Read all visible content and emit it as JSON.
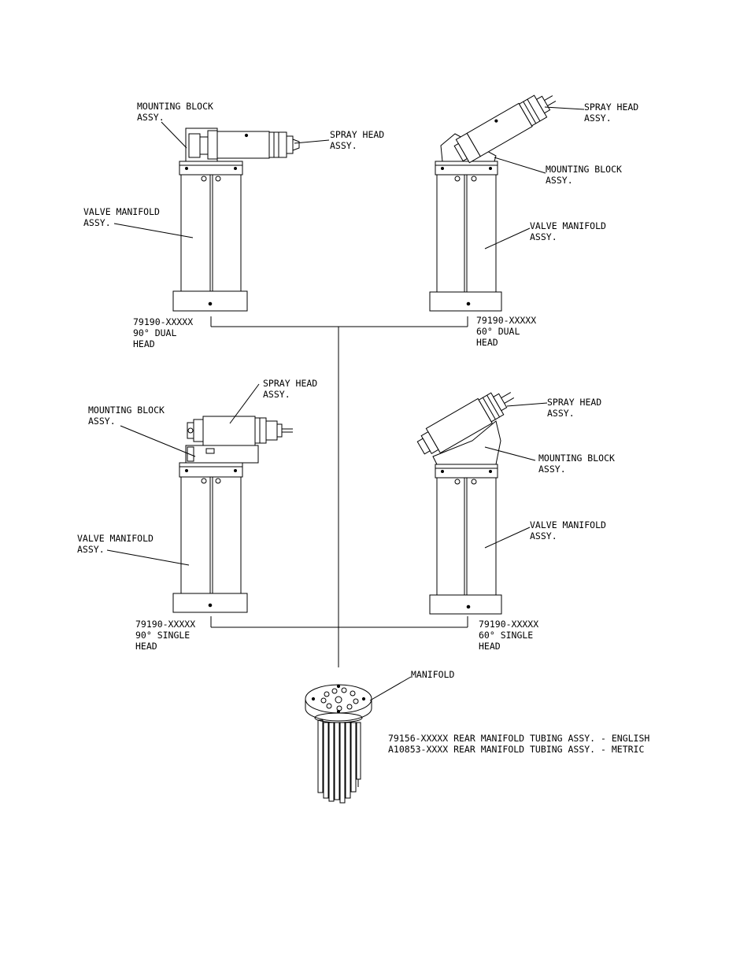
{
  "labels": {
    "mounting_block_assy": [
      "MOUNTING BLOCK",
      "ASSY."
    ],
    "spray_head_assy": [
      "SPRAY HEAD",
      "ASSY."
    ],
    "valve_manifold_assy": [
      "VALVE MANIFOLD",
      "ASSY."
    ],
    "manifold": "MANIFOLD"
  },
  "assemblies": {
    "dual_90": [
      "79190-XXXXX",
      "90° DUAL",
      "HEAD"
    ],
    "dual_60": [
      "79190-XXXXX",
      "60° DUAL",
      "HEAD"
    ],
    "single_90": [
      "79190-XXXXX",
      "90° SINGLE",
      "HEAD"
    ],
    "single_60": [
      "79190-XXXXX",
      "60° SINGLE",
      "HEAD"
    ]
  },
  "rear_manifold": {
    "english": "79156-XXXXX REAR MANIFOLD TUBING ASSY. - ENGLISH",
    "metric": "A10853-XXXX REAR MANIFOLD TUBING ASSY. - METRIC"
  }
}
